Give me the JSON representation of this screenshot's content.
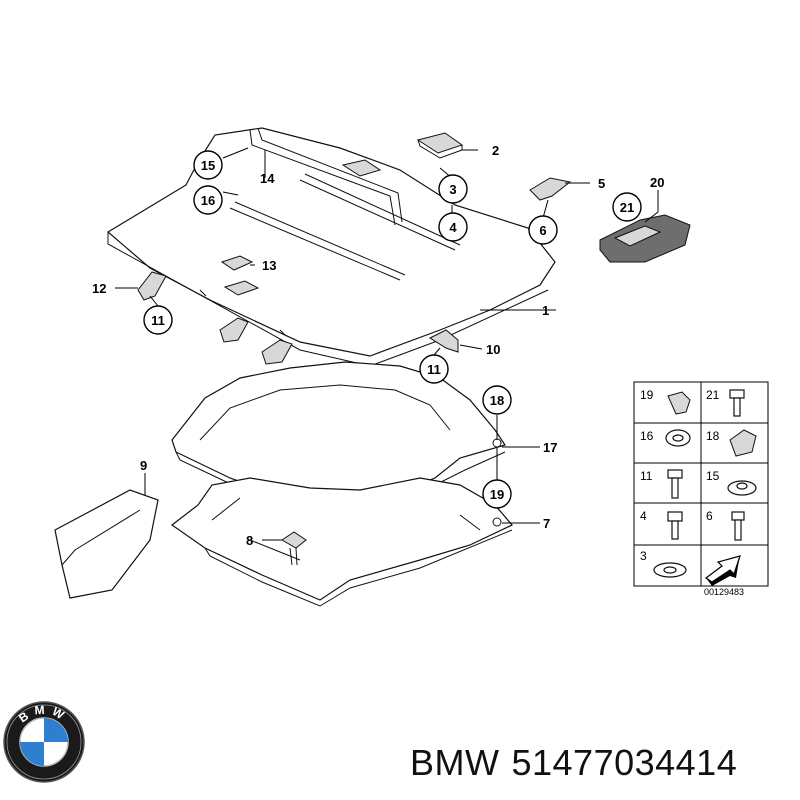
{
  "diagram": {
    "callouts": [
      {
        "id": "c1",
        "label": "1"
      },
      {
        "id": "c2",
        "label": "2"
      },
      {
        "id": "c3",
        "label": "3"
      },
      {
        "id": "c4",
        "label": "4"
      },
      {
        "id": "c5",
        "label": "5"
      },
      {
        "id": "c6",
        "label": "6"
      },
      {
        "id": "c7",
        "label": "7"
      },
      {
        "id": "c8",
        "label": "8"
      },
      {
        "id": "c9",
        "label": "9"
      },
      {
        "id": "c10",
        "label": "10"
      },
      {
        "id": "c11a",
        "label": "11"
      },
      {
        "id": "c11b",
        "label": "11"
      },
      {
        "id": "c12",
        "label": "12"
      },
      {
        "id": "c13",
        "label": "13"
      },
      {
        "id": "c14",
        "label": "14"
      },
      {
        "id": "c15",
        "label": "15"
      },
      {
        "id": "c16",
        "label": "16"
      },
      {
        "id": "c17",
        "label": "17"
      },
      {
        "id": "c18",
        "label": "18"
      },
      {
        "id": "c19",
        "label": "19"
      },
      {
        "id": "c20",
        "label": "20"
      },
      {
        "id": "c21",
        "label": "21"
      }
    ],
    "legend": {
      "cells": [
        "19",
        "21",
        "16",
        "18",
        "11",
        "15",
        "4",
        "6",
        "3"
      ],
      "code": "00129483"
    }
  },
  "brand": {
    "name": "BMW",
    "part_number": "51477034414",
    "logo_letters": "BMW"
  }
}
